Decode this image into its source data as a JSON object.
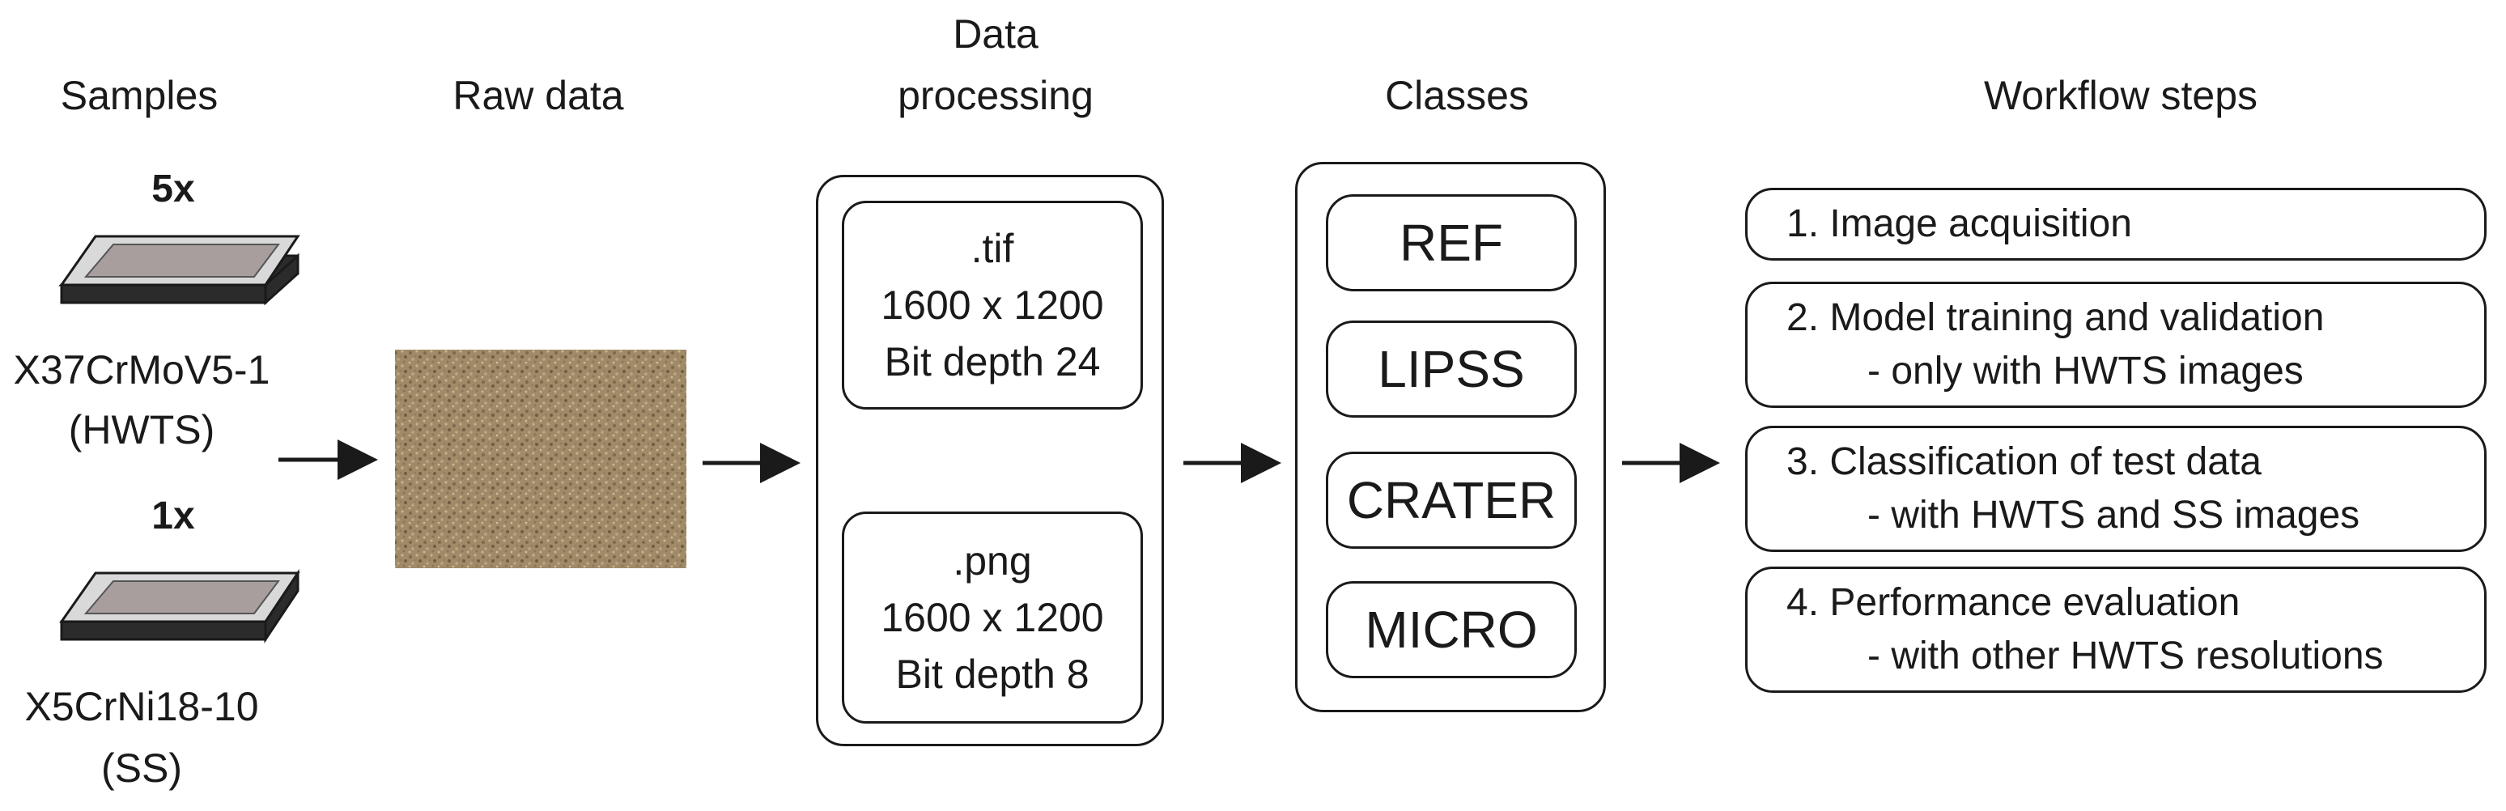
{
  "headers": {
    "samples": "Samples",
    "raw_data": "Raw data",
    "processing_line1": "Data",
    "processing_line2": "processing",
    "classes": "Classes",
    "workflow": "Workflow steps"
  },
  "samples": [
    {
      "count": "5x",
      "name": "X37CrMoV5-1",
      "abbr": "(HWTS)"
    },
    {
      "count": "1x",
      "name": "X5CrNi18-10",
      "abbr": "(SS)"
    }
  ],
  "processing": {
    "input": {
      "format": ".tif",
      "resolution": "1600 x 1200",
      "depth": "Bit depth 24"
    },
    "output": {
      "format": ".png",
      "resolution": "1600 x 1200",
      "depth": "Bit depth 8"
    }
  },
  "classes": [
    "REF",
    "LIPSS",
    "CRATER",
    "MICRO"
  ],
  "steps": [
    {
      "title": "1. Image acquisition",
      "detail": ""
    },
    {
      "title": "2. Model training and validation",
      "detail": "- only with HWTS images"
    },
    {
      "title": "3. Classification of test data",
      "detail": "- with HWTS and SS images"
    },
    {
      "title": "4. Performance evaluation",
      "detail": "- with other HWTS resolutions"
    }
  ],
  "colors": {
    "stroke": "#1a1a1a",
    "sample_top": "#d9d9d9",
    "sample_inner": "#a89e9e",
    "sample_side": "#2b2b2b",
    "conversion_arrow": "#e6e6e6",
    "texture_base": "#a08a68"
  }
}
